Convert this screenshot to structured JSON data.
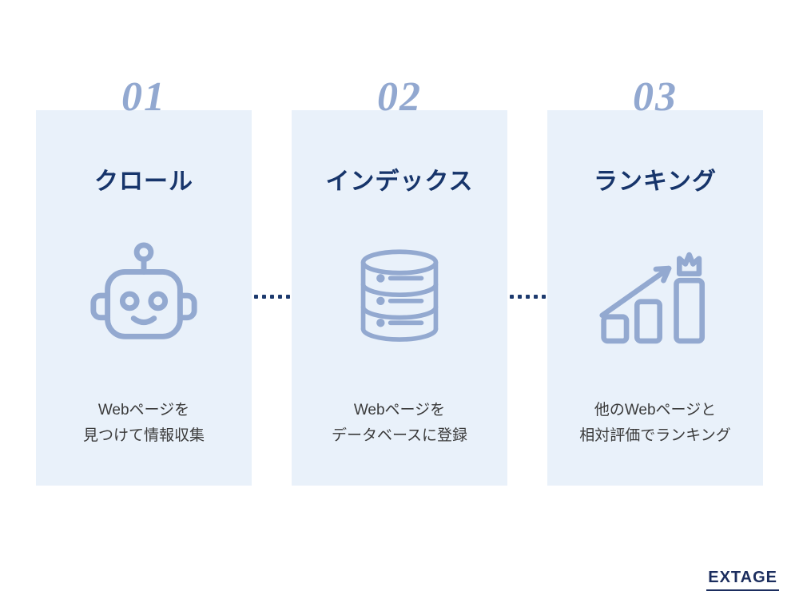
{
  "page": {
    "background": "#ffffff"
  },
  "steps": [
    {
      "number": "01",
      "title": "クロール",
      "icon": "robot-icon",
      "description_line1": "Webページを",
      "description_line2": "見つけて情報収集"
    },
    {
      "number": "02",
      "title": "インデックス",
      "icon": "database-icon",
      "description_line1": "Webページを",
      "description_line2": "データベースに登録"
    },
    {
      "number": "03",
      "title": "ランキング",
      "icon": "ranking-chart-icon",
      "description_line1": "他のWebページと",
      "description_line2": "相対評価でランキング"
    }
  ],
  "connectors": {
    "dot_count": 5,
    "dot_color": "#1d3a6e"
  },
  "colors": {
    "card_background": "#e9f1fa",
    "step_number": "#92a8d0",
    "step_title": "#17356b",
    "icon_stroke": "#93a9d0",
    "description_text": "#3a3a3a",
    "logo": "#1b2d5e"
  },
  "logo": {
    "text": "EXTAGE"
  }
}
